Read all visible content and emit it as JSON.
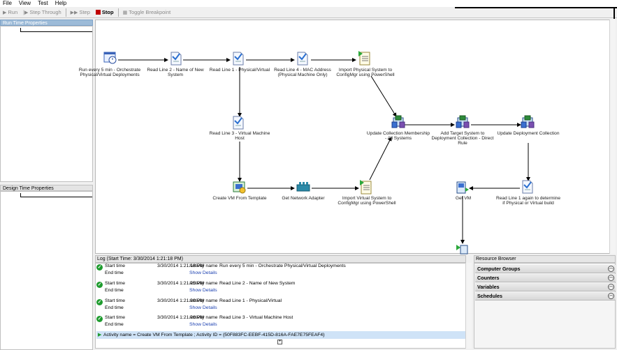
{
  "menu": [
    "File",
    "View",
    "Test",
    "Help"
  ],
  "toolbar": {
    "run": "Run",
    "step_through": "Step Through",
    "step": "Step",
    "stop": "Stop",
    "toggle_breakpoint": "Toggle Breakpoint"
  },
  "panels": {
    "run_time": "Run Time Properties",
    "design_time": "Design Time Properties"
  },
  "activities": {
    "a1": "Run every 5 min - Orchestrate Physical/Virtual Deployments",
    "a2": "Read Line 2 - Name of New System",
    "a3": "Read Line 1 - Physical/Virtual",
    "a4": "Read Line 4 - MAC Address (Physical Machine Only)",
    "a5": "Import Physical System to ConfigMgr using PowerShell",
    "a6": "Read Line 3 - Virtual Machine Host",
    "a7": "Update Collection Membership - All Systems",
    "a8": "Add Target System to Deployment Collection - Direct Rule",
    "a9": "Update Deployment Collection",
    "a10": "Create VM From Template",
    "a11": "Get Network Adapter",
    "a12": "Import Virtual System to ConfigMgr using PowerShell",
    "a13": "Get VM",
    "a14": "Read Line 1 again to determine if Physical or Virtual build"
  },
  "log": {
    "header": "Log (Start Time: 3/30/2014 1:21:18 PM)",
    "start_label": "Start time",
    "end_label": "End time",
    "activity_label": "Activity name",
    "show_details": "Show Details",
    "entries": [
      {
        "start": "3/30/2014 1:21:18 PM",
        "activity": "Run every 5 min - Orchestrate Physical/Virtual Deployments"
      },
      {
        "start": "3/30/2014 1:21:25 PM",
        "activity": "Read Line 2 - Name of New System"
      },
      {
        "start": "3/30/2014 1:21:26 PM",
        "activity": "Read Line 1 - Physical/Virtual"
      },
      {
        "start": "3/30/2014 1:21:26 PM",
        "activity": "Read Line 3 - Virtual Machine Host"
      }
    ],
    "selected": "Activity name = Create VM From Template ; Activity ID = {50F883FC-EEBF-415D-816A-FAE7E75FEAF4}",
    "expand_glyph": "+"
  },
  "resource_browser": {
    "header": "Resource Browser",
    "sections": [
      "Computer Groups",
      "Counters",
      "Variables",
      "Schedules"
    ]
  }
}
